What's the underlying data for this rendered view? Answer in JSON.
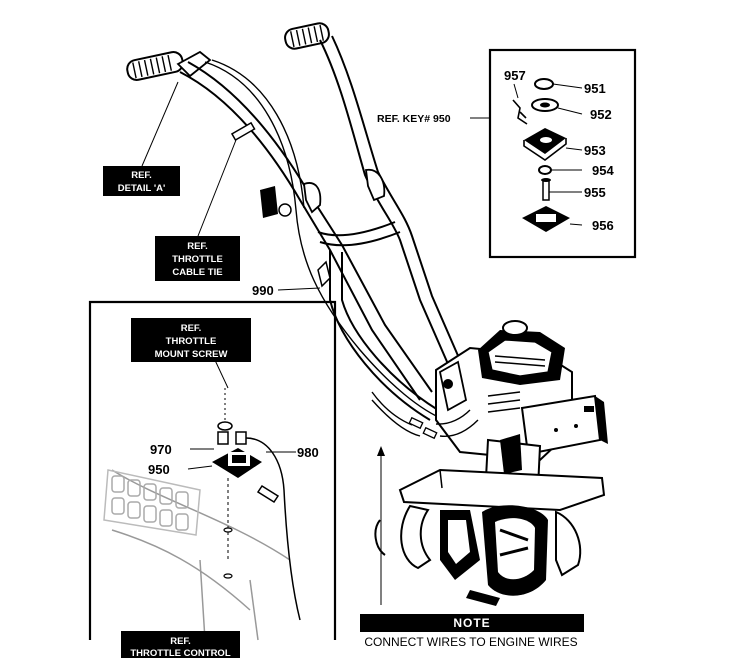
{
  "callouts": {
    "ref_detail_a": [
      "REF.",
      "DETAIL 'A'"
    ],
    "ref_throttle_cable_tie": [
      "REF.",
      "THROTTLE",
      "CABLE TIE"
    ],
    "ref_throttle_mount_screw": [
      "REF.",
      "THROTTLE",
      "MOUNT SCREW"
    ],
    "ref_throttle_control": [
      "REF.",
      "THROTTLE CONTROL"
    ]
  },
  "ref_key_label": "REF. KEY# 950",
  "part_numbers": {
    "p957": "957",
    "p951": "951",
    "p952": "952",
    "p953": "953",
    "p954": "954",
    "p955": "955",
    "p956": "956",
    "p990": "990",
    "p970": "970",
    "p950": "950",
    "p980": "980"
  },
  "note": {
    "title": "NOTE",
    "text": "CONNECT WIRES TO ENGINE WIRES"
  }
}
